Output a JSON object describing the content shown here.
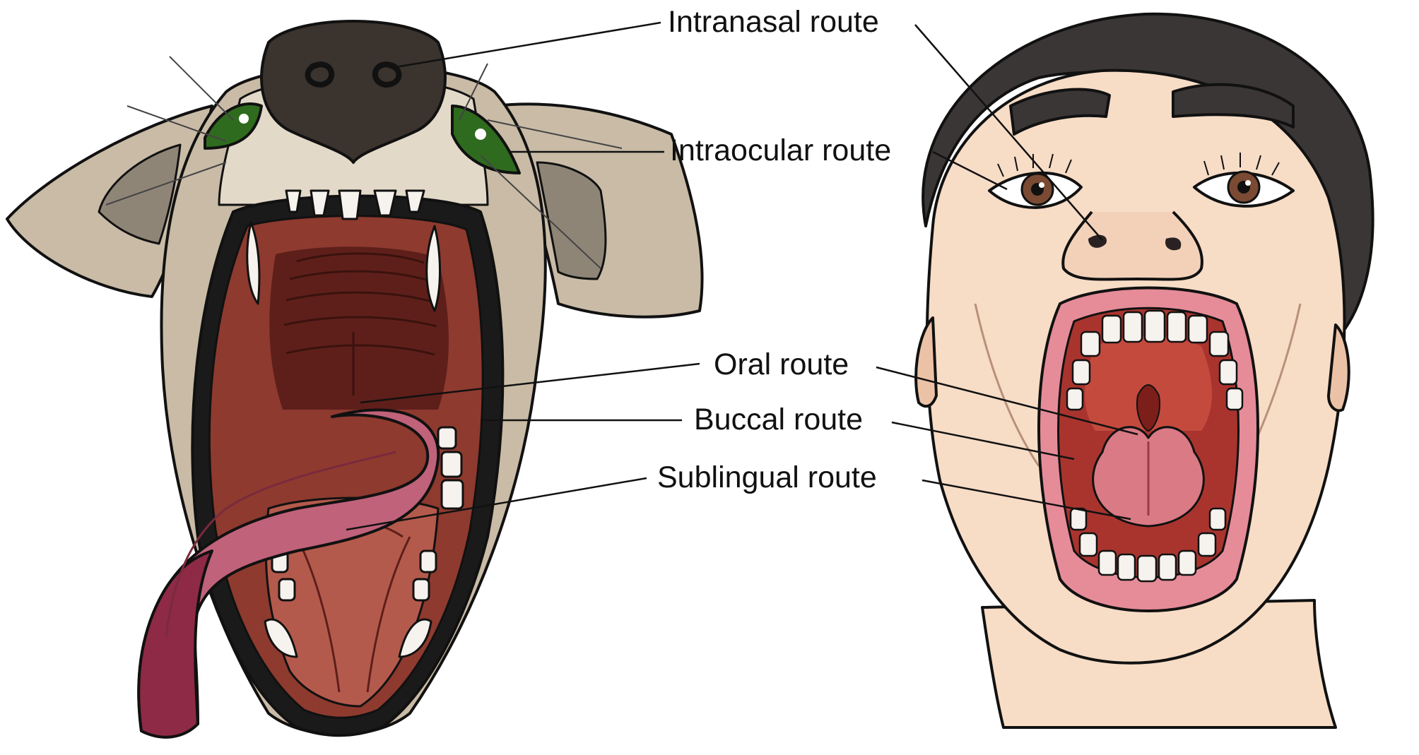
{
  "labels": {
    "intranasal": "Intranasal route",
    "intraocular": "Intraocular route",
    "oral": "Oral route",
    "buccal": "Buccal route",
    "sublingual": "Sublingual route"
  },
  "colors": {
    "outline": "#111111",
    "dog_fur": "#c9bba6",
    "dog_fur_dark": "#8f8577",
    "dog_muzzle": "#e3d9c8",
    "dog_nose": "#3a332e",
    "dog_eye": "#2f6b1e",
    "mouth_dark": "#5e1f1a",
    "mouth_mid": "#8e3a2f",
    "tongue": "#c0627a",
    "tongue_dark": "#8e2a46",
    "human_skin": "#f7dcc6",
    "human_skin_shade": "#ecc2a6",
    "human_hair": "#3b3636",
    "human_lips": "#e58c98",
    "human_mouth": "#a9342e",
    "teeth": "#f6f3ee"
  }
}
